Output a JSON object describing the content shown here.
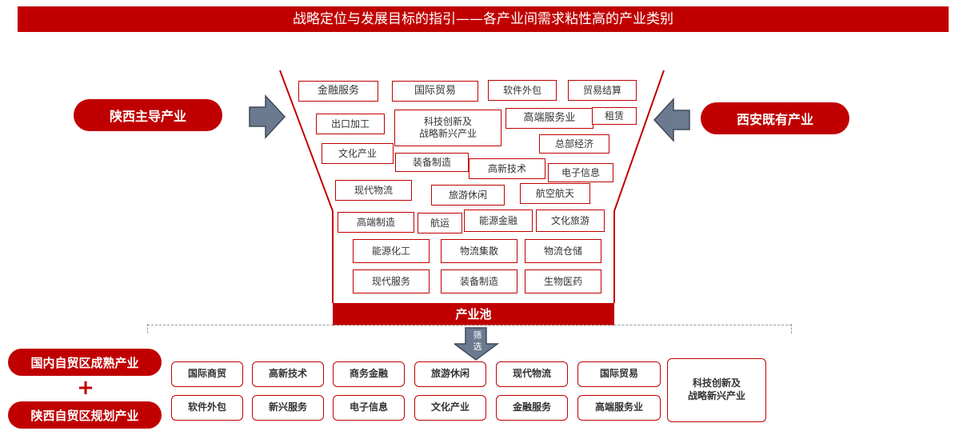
{
  "header": {
    "title": "战略定位与发展目标的指引——各产业间需求粘性高的产业类别"
  },
  "left_pill": "陕西主导产业",
  "right_pill": "西安既有产业",
  "pool": {
    "label": "产业池",
    "items": [
      "金融服务",
      "国际贸易",
      "软件外包",
      "贸易结算",
      "出口加工",
      "科技创新及\n战略新兴产业",
      "高端服务业",
      "租赁",
      "文化产业",
      "总部经济",
      "装备制造",
      "高新技术",
      "电子信息",
      "现代物流",
      "旅游休闲",
      "航空航天",
      "高端制造",
      "航运",
      "能源金融",
      "文化旅游",
      "能源化工",
      "物流集散",
      "物流仓储",
      "现代服务",
      "装备制造",
      "生物医药"
    ]
  },
  "filter_label": "筛选",
  "bottom_left": {
    "top": "国内自贸区成熟产业",
    "plus": "+",
    "bottom": "陕西自贸区规划产业"
  },
  "zone_items": [
    "国际商贸",
    "高新技术",
    "商务金融",
    "旅游休闲",
    "现代物流",
    "国际贸易",
    "软件外包",
    "新兴服务",
    "电子信息",
    "文化产业",
    "金融服务",
    "高端服务业"
  ],
  "zone_big": "科技创新及\n战略新兴产业",
  "colors": {
    "accent": "#c00000",
    "arrow": "#6b7a8f"
  }
}
